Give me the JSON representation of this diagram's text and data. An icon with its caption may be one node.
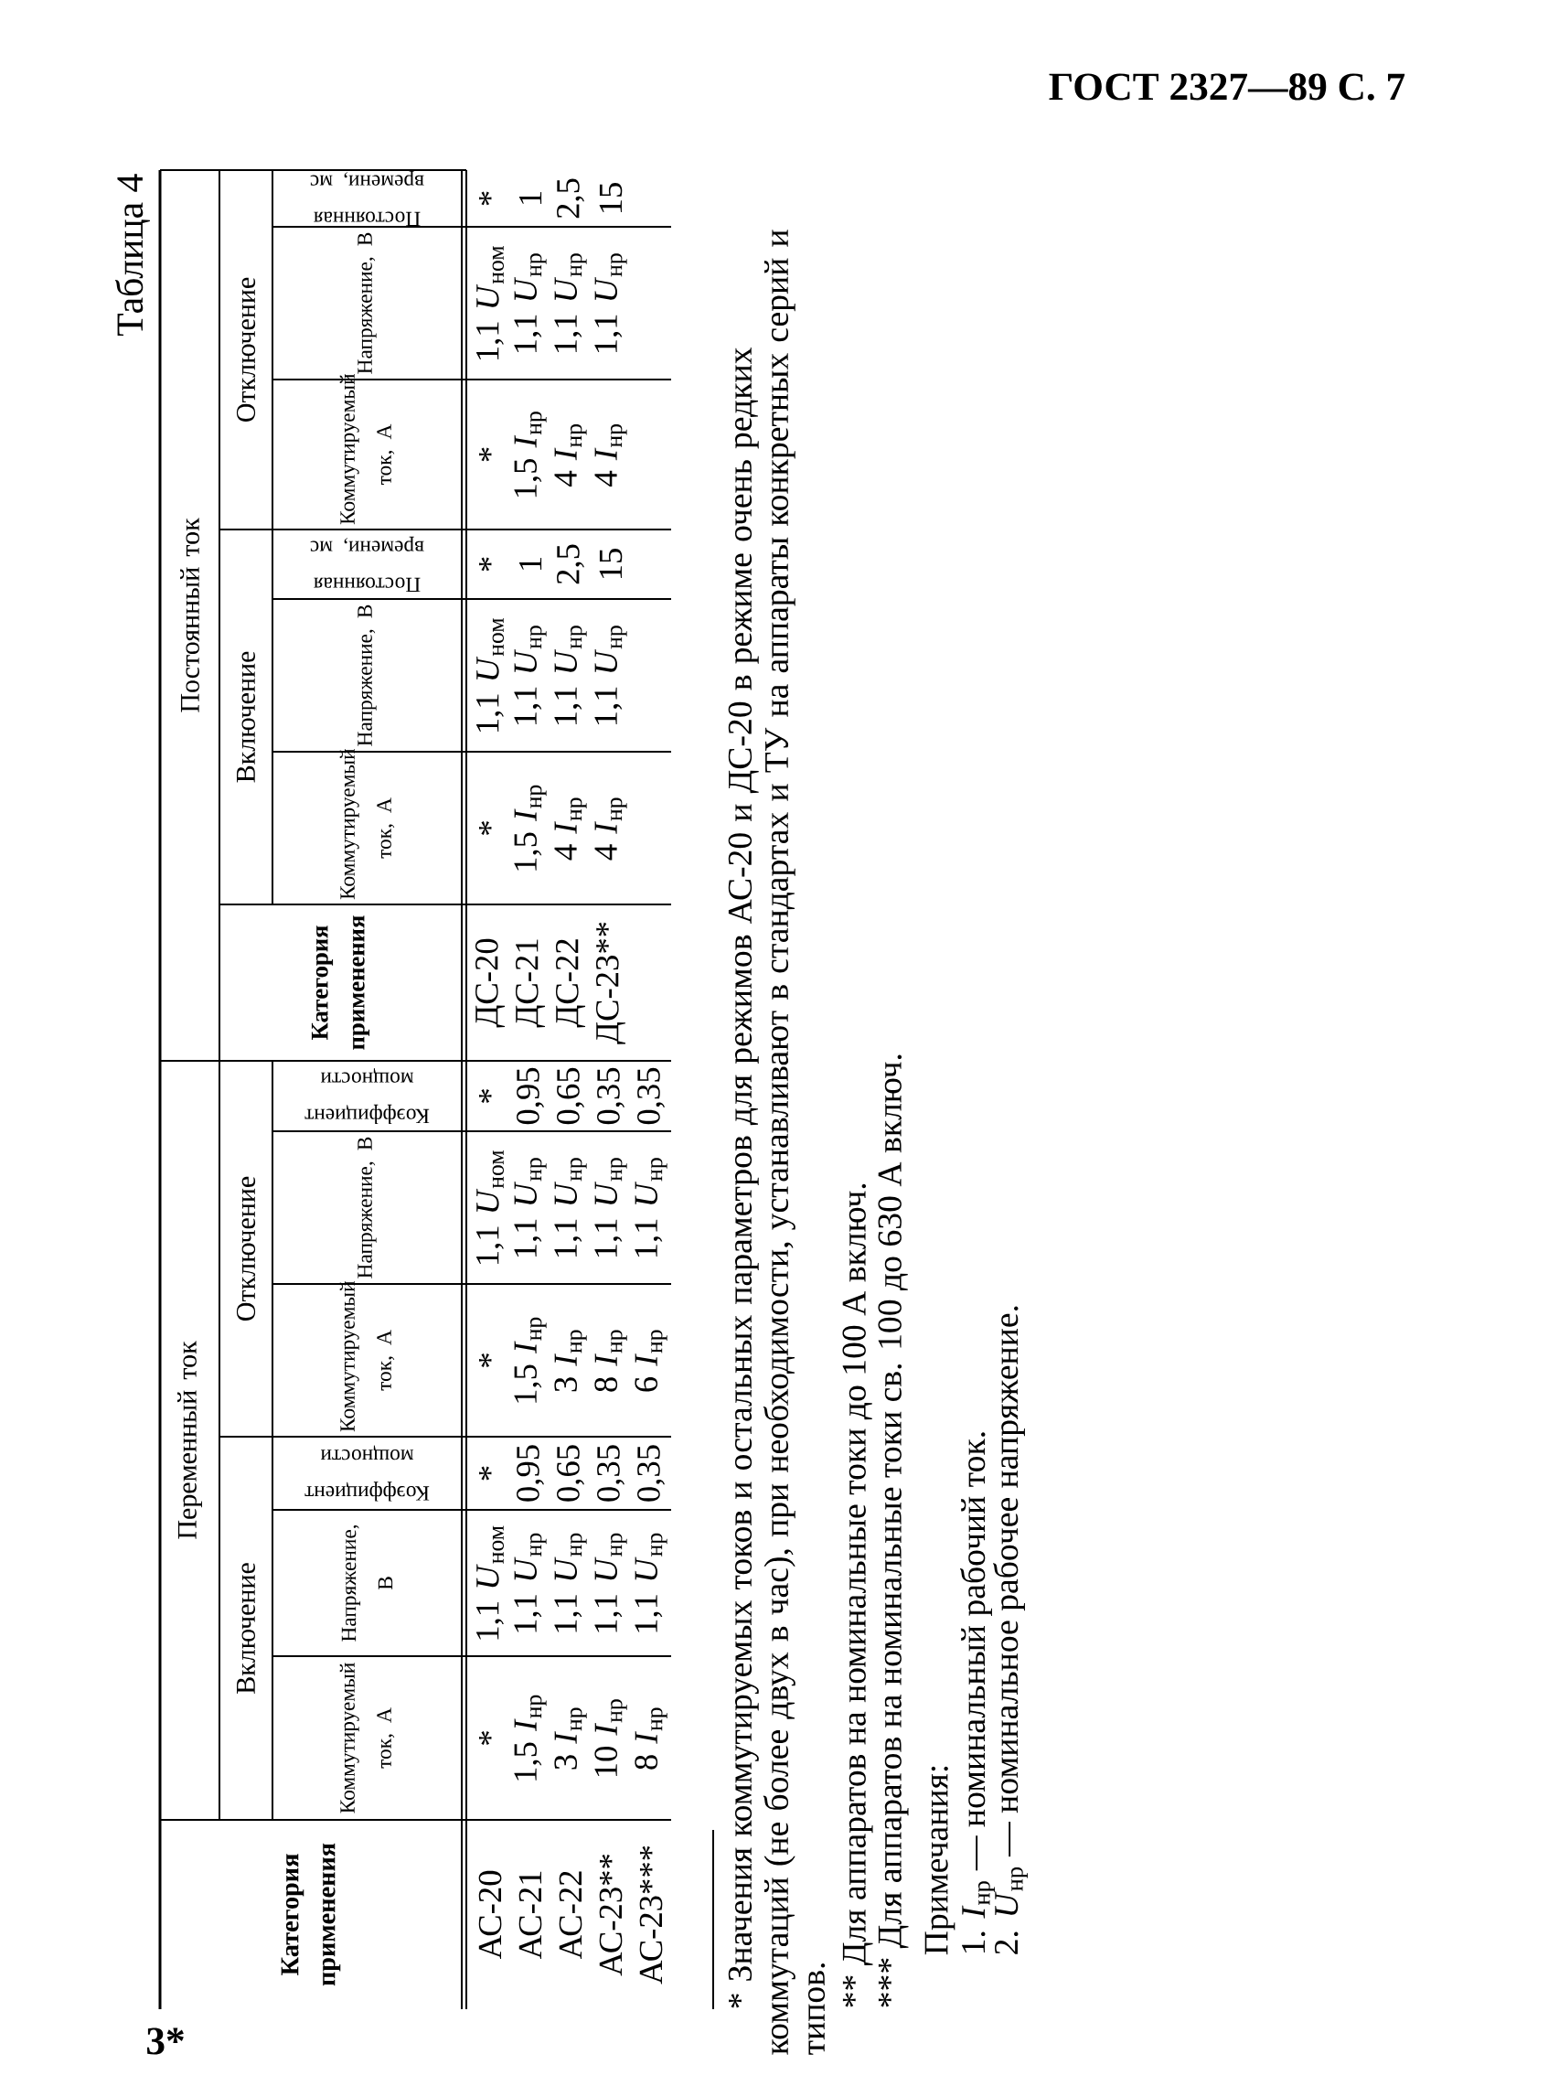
{
  "diagram": {
    "title": "Таблица 4",
    "labels": [
      "ГОСТ 2327—89 С. 7",
      "Категория применения",
      "Переменный ток",
      "Постоянный ток",
      "Включение",
      "Отключение",
      "Категория применения",
      "Включение",
      "Отключение",
      "Коммутируемый ток, А",
      "Напряжение, В",
      "Коэффициент мощности",
      "Коммутируемый ток, А",
      "Напряжение, В",
      "Коэффициент мощности",
      "Коммутируемый ток, А",
      "Напряжение, В",
      "Постоянная времени, мс",
      "Коммутируемый ток, А",
      "Напряжение, В",
      "Постоянная времени, мс",
      "АС-20",
      "*",
      "1,1 *U*$_{ном}$",
      "*",
      "*",
      "1,1 *U*$_{ном}$",
      "*",
      "ДС-20",
      "*",
      "1,1 *U*$_{ном}$",
      "*",
      "*",
      "1,1 *U*$_{ном}$",
      "*",
      "АС-21",
      "1,5 *I*$_{нр}$",
      "1,1 *U*$_{нр}$",
      "0,95",
      "1,5 *I*$_{нр}$",
      "1,1 *U*$_{нр}$",
      "0,95",
      "ДС-21",
      "1,5 *I*$_{нр}$",
      "1,1 *U*$_{нр}$",
      "1",
      "1,5 *I*$_{нр}$",
      "1,1 *U*$_{нр}$",
      "1",
      "АС-22",
      "3 *I*$_{нр}$",
      "1,1 *U*$_{нр}$",
      "0,65",
      "3 *I*$_{нр}$",
      "1,1 *U*$_{нр}$",
      "0,65",
      "ДС-22",
      "4 *I*$_{нр}$",
      "1,1 *U*$_{нр}$",
      "2,5",
      "4 *I*$_{нр}$",
      "1,1 *U*$_{нр}$",
      "2,5",
      "АС-23**",
      "10 *I*$_{нр}$",
      "1,1 *U*$_{нр}$",
      "0,35",
      "8 *I*$_{нр}$",
      "1,1 *U*$_{нр}$",
      "0,35",
      "ДС-23**",
      "4 *I*$_{нр}$",
      "1,1 *U*$_{нр}$",
      "15",
      "4 *I*$_{нр}$",
      "1,1 *U*$_{нр}$",
      "15",
      "АС-23***",
      "8 *I*$_{нр}$",
      "1,1 *U*$_{нр}$",
      "0,35",
      "6 *I*$_{нр}$",
      "1,1 *U*$_{нр}$",
      "0,35",
      "* Значения коммутируемых токов и остальных параметров для режимов АС-20 и ДС-20 в режиме очень редких коммутаций (не более двух в час), при необходимости, устанавливают в стандартах и ТУ на аппараты конкретных серий и типов.",
      "** Для аппаратов на номинальные токи до 100 А включ.",
      "*** Для аппаратов на номинальные токи св. 100 до 630 А включ.",
      "Примечания:",
      "1. *I*$_{нр}$ — номинальный рабочий ток.",
      "2. *U*$_{нр}$ — номинальное рабочее напряжение.",
      "3*"
    ]
  }
}
